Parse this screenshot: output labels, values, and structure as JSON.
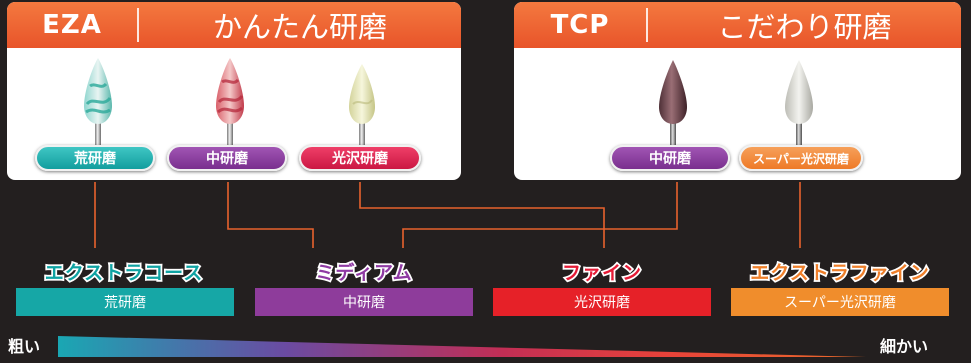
{
  "eza": {
    "brand": "EZA",
    "method": "かんたん研磨",
    "pills": [
      {
        "label": "荒研磨",
        "color": "#17a3a3"
      },
      {
        "label": "中研磨",
        "color": "#8a3a9e"
      },
      {
        "label": "光沢研磨",
        "color": "#e0204a"
      }
    ]
  },
  "tcp": {
    "brand": "TCP",
    "method": "こだわり研磨",
    "pills": [
      {
        "label": "中研磨",
        "color": "#8a3a9e"
      },
      {
        "label": "スーパー光沢研磨",
        "color": "#f08a3a"
      }
    ]
  },
  "grades": [
    {
      "name": "エクストラコース",
      "bar_label": "荒研磨",
      "color": "#16a7a6"
    },
    {
      "name": "ミディアム",
      "bar_label": "中研磨",
      "color": "#8e3c9b"
    },
    {
      "name": "ファイン",
      "bar_label": "光沢研磨",
      "color": "#e62128"
    },
    {
      "name": "エクストラファイン",
      "bar_label": "スーパー光沢研磨",
      "color": "#f08d2c"
    }
  ],
  "scale": {
    "coarse": "粗い",
    "fine": "細かい"
  },
  "colors": {
    "header": "#ee6331",
    "background": "#231f1f",
    "connector": "#e8622d"
  }
}
